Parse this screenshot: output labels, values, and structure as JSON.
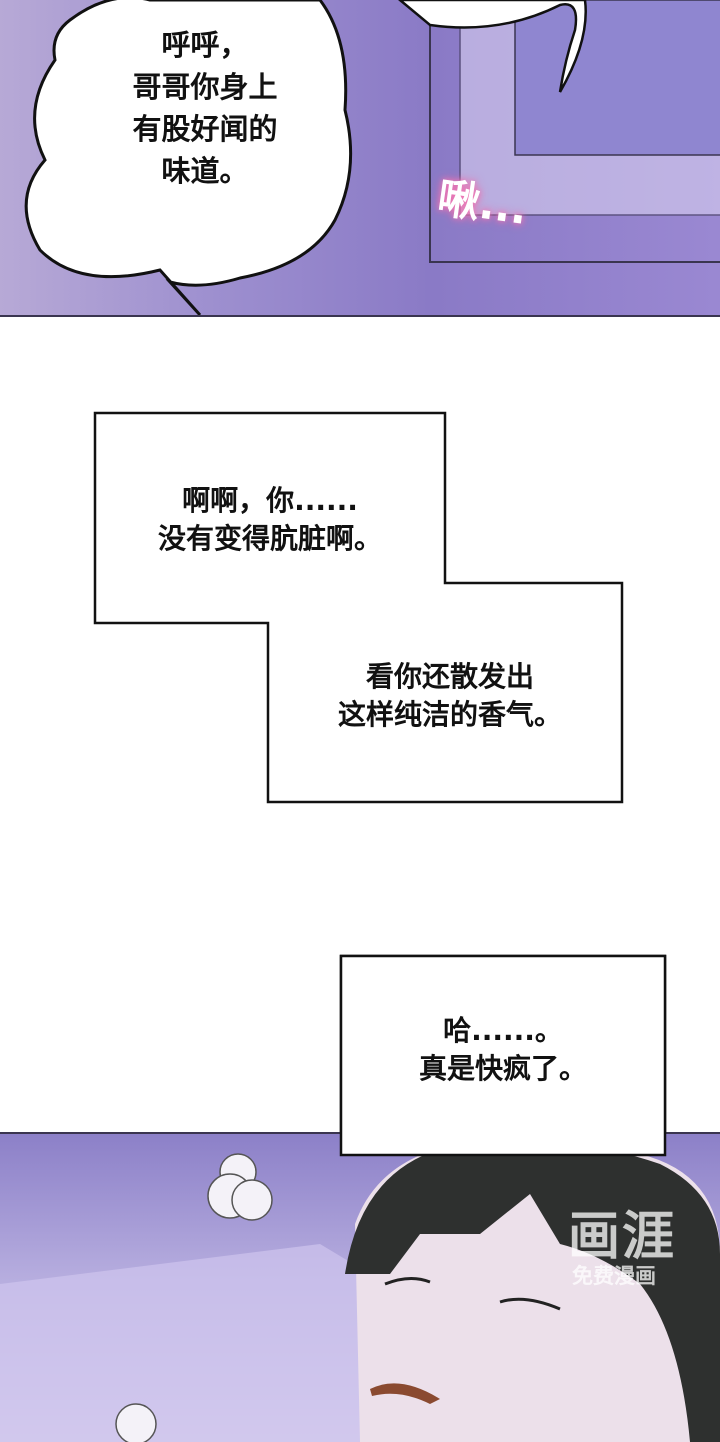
{
  "panel1": {
    "bubble_text": "呼呼，\n哥哥你身上\n有股好闻的\n味道。",
    "sfx": "啾..."
  },
  "narration1": {
    "text_a": "啊啊，你......\n没有变得肮脏啊。",
    "text_b": "看你还散发出\n这样纯洁的香气。"
  },
  "narration2": {
    "text": "哈......。\n真是快疯了。"
  },
  "watermark": {
    "logo": "画涯",
    "tagline": "免费漫画"
  }
}
